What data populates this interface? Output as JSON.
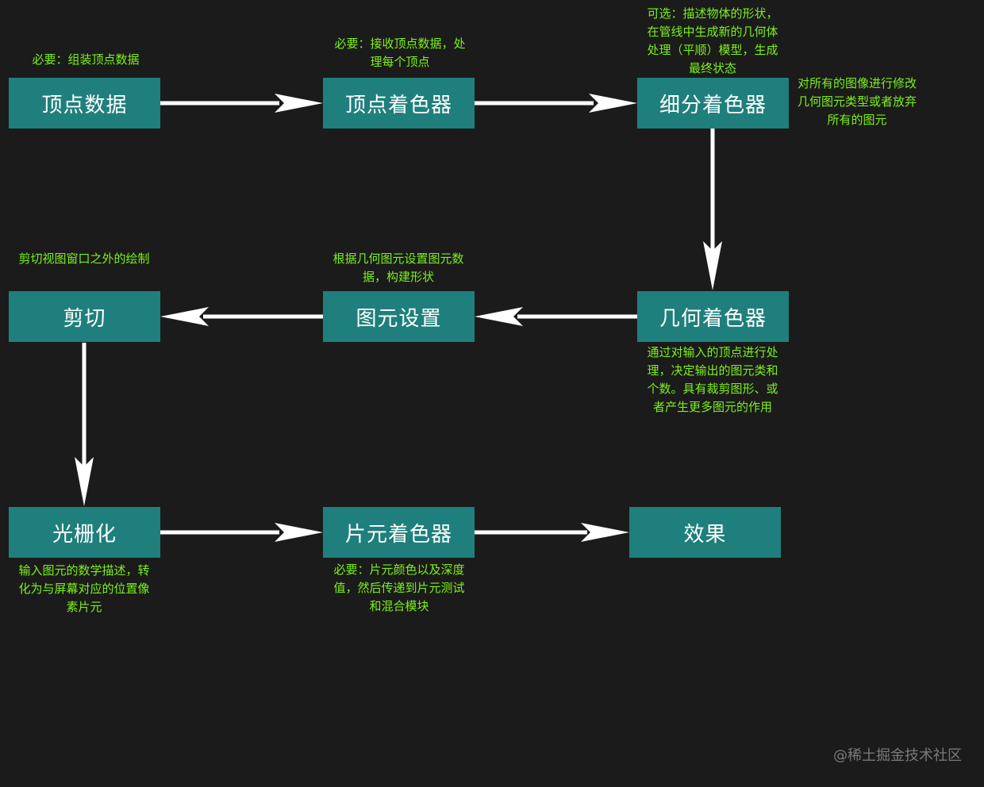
{
  "nodes": {
    "vertex_data": "顶点数据",
    "vertex_shader": "顶点着色器",
    "tessellation_shader": "细分着色器",
    "geometry_shader": "几何着色器",
    "primitive_setup": "图元设置",
    "clipping": "剪切",
    "rasterization": "光栅化",
    "fragment_shader": "片元着色器",
    "result": "效果"
  },
  "notes": {
    "vertex_data": "必要：组装顶点数据",
    "vertex_shader": "必要：接收顶点数据，处理每个顶点",
    "tessellation_shader": "可选：描述物体的形状，在管线中生成新的几何体处理（平顺）模型，生成最终状态",
    "geometry_shader_side": "对所有的图像进行修改几何图元类型或者放弃所有的图元",
    "geometry_shader": "通过对输入的顶点进行处理，决定输出的图元类和个数。具有裁剪图形、或者产生更多图元的作用",
    "primitive_setup": "根据几何图元设置图元数据，构建形状",
    "clipping": "剪切视图窗口之外的绘制",
    "rasterization": "输入图元的数学描述，转化为与屏幕对应的位置像素片元",
    "fragment_shader": "必要：片元颜色以及深度值，然后传递到片元测试和混合模块"
  },
  "watermark": "@稀土掘金技术社区",
  "colors": {
    "background": "#1b1b1b",
    "node_fill": "#1f7f7c",
    "node_text": "#ffffff",
    "note_text": "#7cf01a",
    "arrow": "#ffffff"
  }
}
